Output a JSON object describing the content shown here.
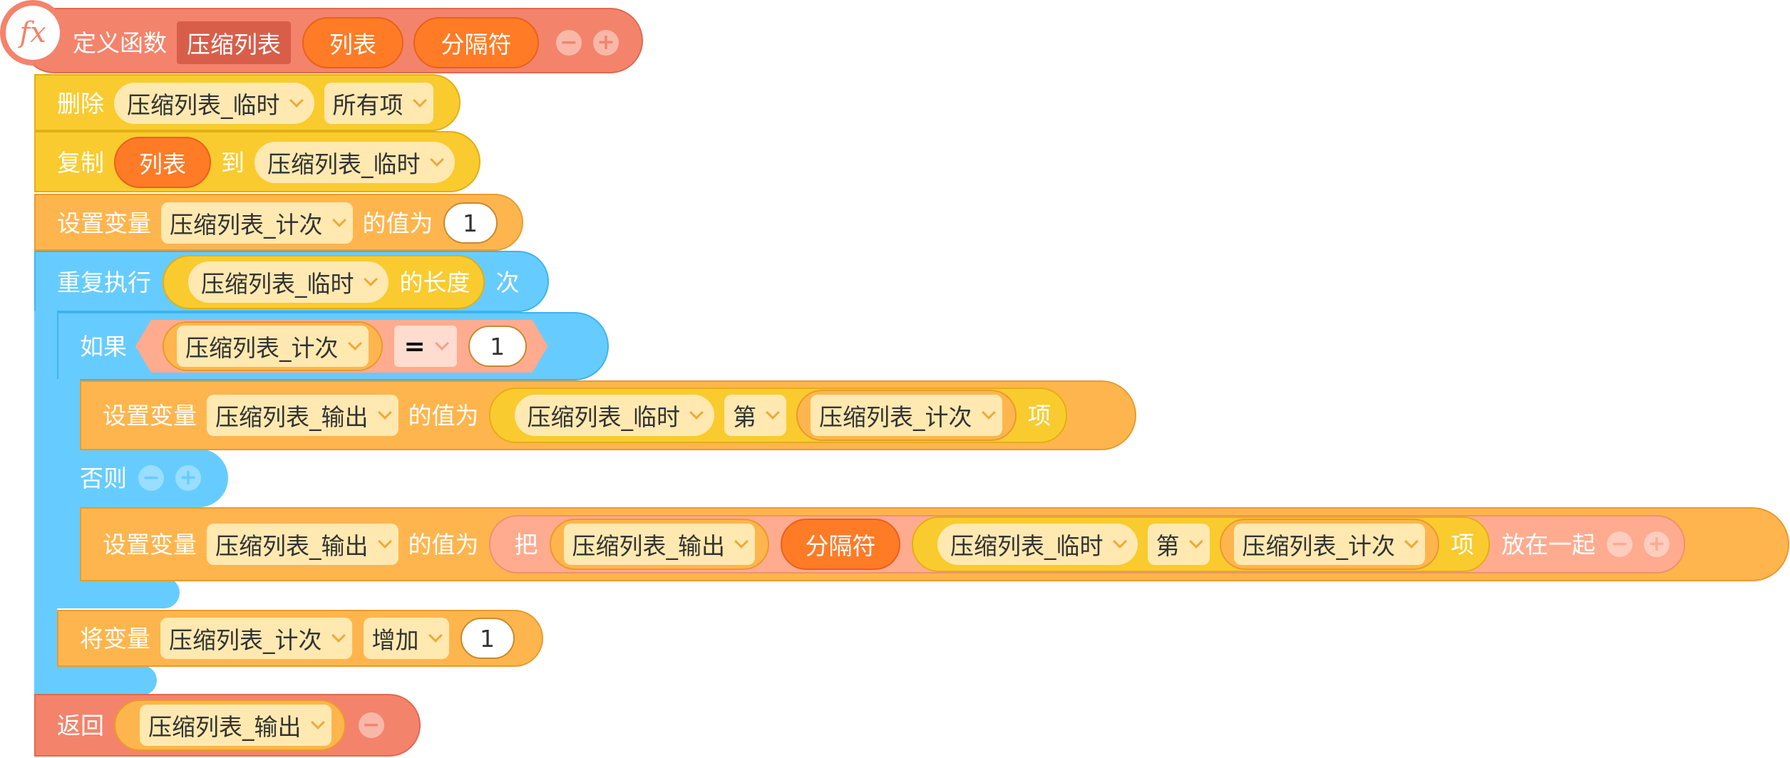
{
  "colors": {
    "function": "#f4836b",
    "list": "#f9cb2f",
    "variable": "#ffb54d",
    "control": "#66ccff",
    "param": "#ff7b26",
    "compare": "#ffab8f"
  },
  "define": {
    "icon_label": "fx",
    "label": "定义函数",
    "name": "压缩列表",
    "param1": "列表",
    "param2": "分隔符"
  },
  "b1": {
    "verb": "删除",
    "list": "压缩列表_临时",
    "item": "所有项"
  },
  "b2": {
    "verb": "复制",
    "source": "列表",
    "to": "到",
    "target": "压缩列表_临时"
  },
  "b3": {
    "verb": "设置变量",
    "var": "压缩列表_计次",
    "value_label": "的值为",
    "value": "1"
  },
  "loop": {
    "verb": "重复执行",
    "list": "压缩列表_临时",
    "length": "的长度",
    "times": "次"
  },
  "if": {
    "label": "如果",
    "var": "压缩列表_计次",
    "op": "=",
    "value": "1",
    "then": {
      "verb": "设置变量",
      "var": "压缩列表_输出",
      "value_label": "的值为",
      "list": "压缩列表_临时",
      "nth": "第",
      "index": "压缩列表_计次",
      "item": "项"
    },
    "else_label": "否则",
    "else": {
      "verb": "设置变量",
      "var": "压缩列表_输出",
      "value_label": "的值为",
      "join": "把",
      "a": "压缩列表_输出",
      "sep": "分隔符",
      "list": "压缩列表_临时",
      "nth": "第",
      "index": "压缩列表_计次",
      "item": "项",
      "together": "放在一起"
    }
  },
  "inc": {
    "verb": "将变量",
    "var": "压缩列表_计次",
    "op": "增加",
    "value": "1"
  },
  "ret": {
    "verb": "返回",
    "var": "压缩列表_输出"
  }
}
